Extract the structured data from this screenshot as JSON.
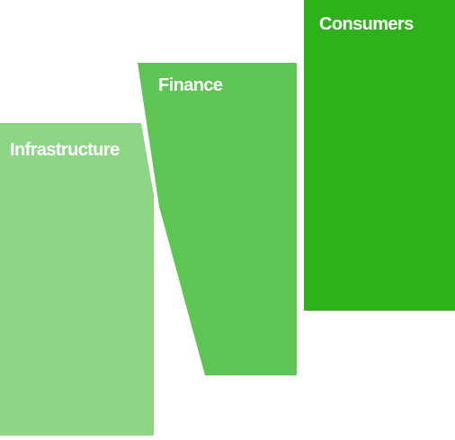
{
  "panels": [
    {
      "id": "infrastructure",
      "label": "Infrastructure",
      "color": "#8fd586"
    },
    {
      "id": "finance",
      "label": "Finance",
      "color": "#5ec453"
    },
    {
      "id": "consumers",
      "label": "Consumers",
      "color": "#2fb11c"
    }
  ]
}
